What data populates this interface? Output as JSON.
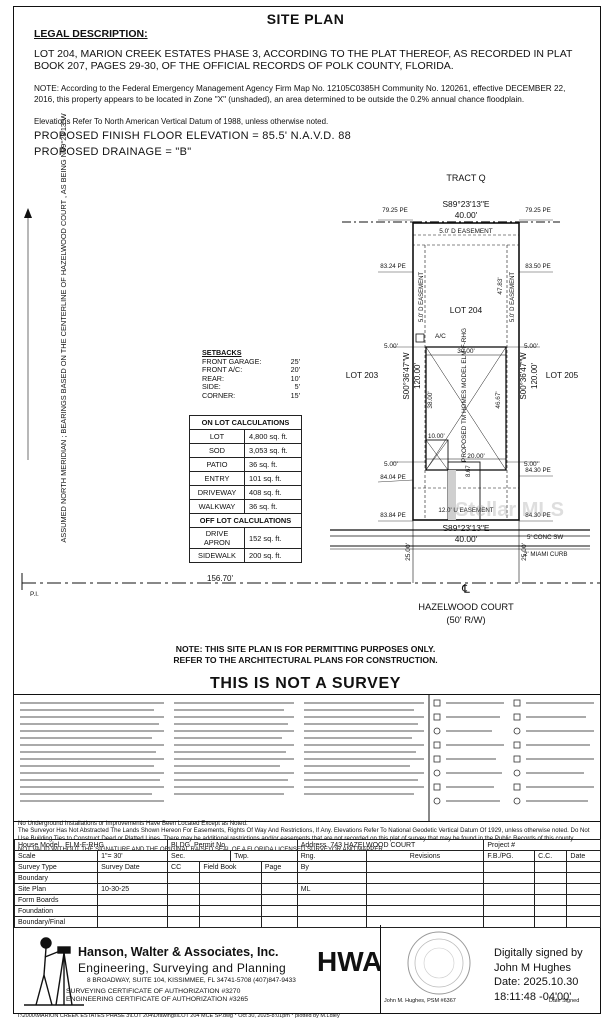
{
  "title": "SITE PLAN",
  "legal_heading": "LEGAL DESCRIPTION:",
  "legal_text": "LOT 204, MARION CREEK ESTATES PHASE 3, ACCORDING TO THE PLAT THEREOF, AS RECORDED IN PLAT BOOK 207, PAGES 29-30, OF THE OFFICIAL RECORDS OF POLK COUNTY, FLORIDA.",
  "flood_note": "NOTE: According to the Federal Emergency Management Agency Firm Map No. 12105C0385H Community No. 120261, effective DECEMBER 22, 2016, this property appears to be located in Zone \"X\" (unshaded), an area determined to be outside the 0.2% annual chance floodplain.",
  "elevation_note": "Elevations Refer To North American Vertical Datum of 1988, unless otherwise noted.",
  "finish_floor": "PROPOSED FINISH FLOOR ELEVATION = 85.5' N.A.V.D. 88",
  "drainage": "PROPOSED DRAINAGE = \"B\"",
  "plat": {
    "tract": "TRACT Q",
    "north_bearing": "S89°23'13\"E",
    "north_dist": "40.00'",
    "south_bearing": "S89°23'13\"E",
    "south_dist": "40.00'",
    "west_bearing": "S00°36'47\"W",
    "west_dist": "120.00'",
    "east_bearing": "S00°36'47\"W",
    "east_dist": "120.00'",
    "lot": "LOT 204",
    "lot_west": "LOT 203",
    "lot_east": "LOT 205",
    "d_easement_north": "5.0' D EASEMENT",
    "d_easement_west": "5.0' D EASEMENT",
    "d_easement_east": "5.0' D EASEMENT",
    "ue_easement": "12.0' U EASEMENT",
    "setback_rear": "47.83'",
    "ac": "A/C",
    "house_width": "30.00'",
    "house_depth": "38.00'",
    "house_depth_east": "46.67'",
    "house_label": "PROPOSED TM HOMES MODEL ELM-F-RHG",
    "side_5": "5.00'",
    "front_20": "20.00'",
    "garage_10": "10.00'",
    "dim_867": "8.67",
    "pe_nw": "79.25 PE",
    "pe_ne": "79.25 PE",
    "pe_w1": "83.24 PE",
    "pe_e1": "83.50 PE",
    "pe_w2": "84.04 PE",
    "pe_e2": "84.30 PE",
    "pe_sw": "83.84 PE",
    "pe_se": "84.30 PE",
    "row_25": "25.00'",
    "conc_sw": "5' CONC SW",
    "miami": "2' MIAMI CURB",
    "pi": "P.I.",
    "pi_dist": "156.70'",
    "cl": "℄",
    "street": "HAZELWOOD COURT",
    "row": "(50' R/W)",
    "bearing_note": "ASSUMED NORTH MERIDIAN ; BEARINGS BASED ON THE CENTERLINE OF HAZELWOOD COURT , AS BEING N89°23'13\"W"
  },
  "setbacks": {
    "heading": "SETBACKS",
    "rows": [
      {
        "label": "FRONT GARAGE:",
        "value": "25'"
      },
      {
        "label": "FRONT A/C:",
        "value": "20'"
      },
      {
        "label": "REAR:",
        "value": "10'"
      },
      {
        "label": "SIDE:",
        "value": "5'"
      },
      {
        "label": "CORNER:",
        "value": "15'"
      }
    ]
  },
  "lot_calcs": {
    "on_heading": "ON LOT CALCULATIONS",
    "on_rows": [
      {
        "label": "LOT",
        "value": "4,800 sq. ft."
      },
      {
        "label": "SOD",
        "value": "3,053 sq. ft."
      },
      {
        "label": "PATIO",
        "value": "36 sq. ft."
      },
      {
        "label": "ENTRY",
        "value": "101 sq. ft."
      },
      {
        "label": "DRIVEWAY",
        "value": "408 sq. ft."
      },
      {
        "label": "WALKWAY",
        "value": "36 sq. ft."
      }
    ],
    "off_heading": "OFF LOT CALCULATIONS",
    "off_rows": [
      {
        "label": "DRIVE APRON",
        "value": "152 sq. ft."
      },
      {
        "label": "SIDEWALK",
        "value": "200 sq. ft."
      }
    ]
  },
  "permit_note_1": "NOTE: THIS SITE PLAN IS FOR PERMITTING PURPOSES ONLY.",
  "permit_note_2": "REFER TO THE ARCHITECTURAL PLANS FOR CONSTRUCTION.",
  "not_survey": "THIS IS NOT A SURVEY",
  "disclaimer_1": "No Underground Installations or Improvements Have Been Located Except as Noted.",
  "disclaimer_2": "The Surveyor Has Not Abstracted The Lands Shown Hereon For Easements, Rights Of Way And Restrictions, If Any. Elevations Refer To National Geodetic Vertical Datum Of 1929, unless otherwise noted. Do Not Use Building Ties to Construct Deed or Platted Lines. There may be additional restrictions and/or easements that are not recorded on this plat of survey that may be found in the Public Records of this county.",
  "disclaimer_3": "NOT VALID WITHOUT THE SIGNATURE AND THE ORIGINAL RAISED SEAL OF A FLORIDA LICENSED SURVEYOR AND MAPPER.",
  "info": {
    "house_model_label": "House Model",
    "house_model": "ELM-F-RHG",
    "bldg_permit": "BLDG. Permit No.",
    "address_label": "Address",
    "address": "743 HAZELWOOD COURT",
    "project": "Project #",
    "scale_label": "Scale",
    "scale": "1\"= 30'",
    "sec": "Sec.",
    "twp": "Twp.",
    "rng": "Rng.",
    "revisions": "Revisions",
    "fb_pg": "F.B./PG.",
    "cc": "C.C.",
    "date": "Date",
    "by": "By",
    "survey_type": "Survey Type",
    "survey_date": "Survey Date",
    "cc2": "CC",
    "field_book": "Field Book",
    "page": "Page",
    "by2": "By",
    "rows": [
      {
        "type": "Boundary",
        "date": "",
        "by": ""
      },
      {
        "type": "Site Plan",
        "date": "10-30-25",
        "by": "ML"
      },
      {
        "type": "Form Boards",
        "date": "",
        "by": ""
      },
      {
        "type": "Foundation",
        "date": "",
        "by": ""
      },
      {
        "type": "Boundary/Final",
        "date": "",
        "by": ""
      }
    ]
  },
  "company": {
    "name": "Hanson, Walter & Associates, Inc.",
    "sub": "Engineering, Surveying and Planning",
    "address": "8 BROADWAY, SUITE 104, KISSIMMEE, FL 34741-5708 (407)847-9433",
    "cert1": "SURVEYING CERTIFICATE OF AUTHORIZATION #3270",
    "cert2": "ENGINEERING CERTIFICATE OF AUTHORIZATION #3265",
    "logo": "HWA"
  },
  "signature": {
    "line1": "Digitally signed by",
    "line2": "John M Hughes",
    "line3": "Date: 2025.10.30",
    "line4": "18:11:48 -04'00'",
    "psm": "John M. Hughes, PSM #6367",
    "date_signed": "Date Signed"
  },
  "footer": "I:\\2000\\MARION CREEK ESTATES PHASE 3\\LOT 204\\Drawings\\LOT 204 MCE SP.dwg * Oct 30, 2025-8:01pm * plotted by M.Ldley",
  "watermark": "Stellar MLS"
}
